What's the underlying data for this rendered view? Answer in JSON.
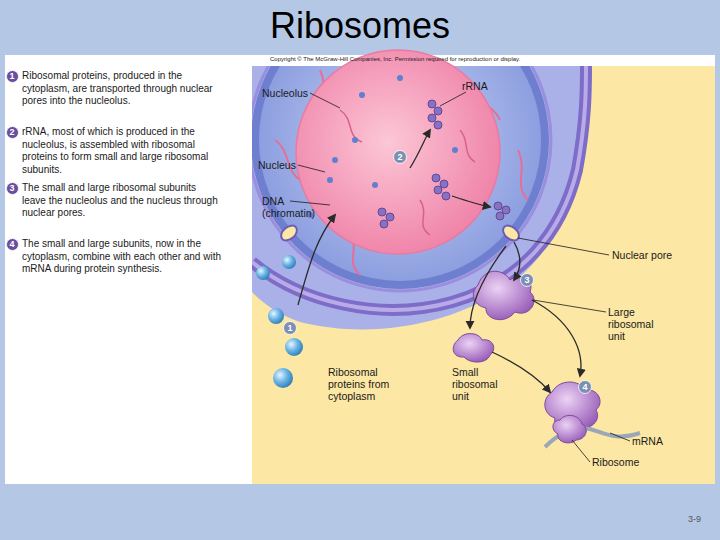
{
  "diagram": {
    "title": "Ribosomes",
    "nodes": [
      {
        "text": [
          "1"
        ]
      },
      {
        "text": [
          "2"
        ]
      },
      {
        "text": [
          "3"
        ]
      },
      {
        "text": [
          "4"
        ]
      },
      {
        "text": [
          "2"
        ]
      },
      {
        "text": [
          "3"
        ]
      },
      {
        "text": [
          "1"
        ]
      },
      {
        "text": [
          "4"
        ]
      }
    ],
    "labels": [
      "Copyright © The McGraw-Hill Companies, Inc. Permission required for reproduction or display.",
      "Ribosomal proteins, produced in the cytoplasm, are transported through nuclear pores into the nucleolus.",
      "rRNA, most of which is produced in the nucleolus, is assembled with ribosomal proteins to form small and large ribosomal subunits.",
      "The small and large ribosomal subunits leave the nucleolus and the nucleus through nuclear pores.",
      "The small and large subunits, now in the cytoplasm, combine with each other and with mRNA during protein synthesis.",
      "Nucleolus",
      "rRNA",
      "Nucleus",
      "DNA (chromatin)",
      "Nuclear pore",
      "Large ribosomal unit",
      "Small ribosomal unit",
      "Ribosomal proteins from cytoplasm",
      "mRNA",
      "Ribosome",
      "3-9"
    ]
  }
}
